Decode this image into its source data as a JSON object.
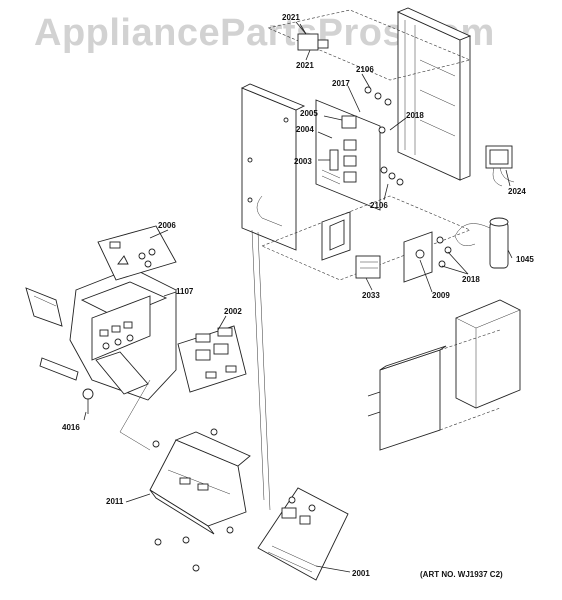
{
  "watermark": "AppliancePartsPros.com",
  "art_number": "(ART NO. WJ1937 C2)",
  "callouts": {
    "c2021a": "2021",
    "c2021b": "2021",
    "c2017": "2017",
    "c2106a": "2106",
    "c2005": "2005",
    "c2004": "2004",
    "c2003": "2003",
    "c2018a": "2018",
    "c2106b": "2106",
    "c2024": "2024",
    "c2006": "2006",
    "c1045": "1045",
    "c2018b": "2018",
    "c2033": "2033",
    "c2009": "2009",
    "c1107": "1107",
    "c2002": "2002",
    "c4016": "4016",
    "c2011": "2011",
    "c2001": "2001"
  }
}
